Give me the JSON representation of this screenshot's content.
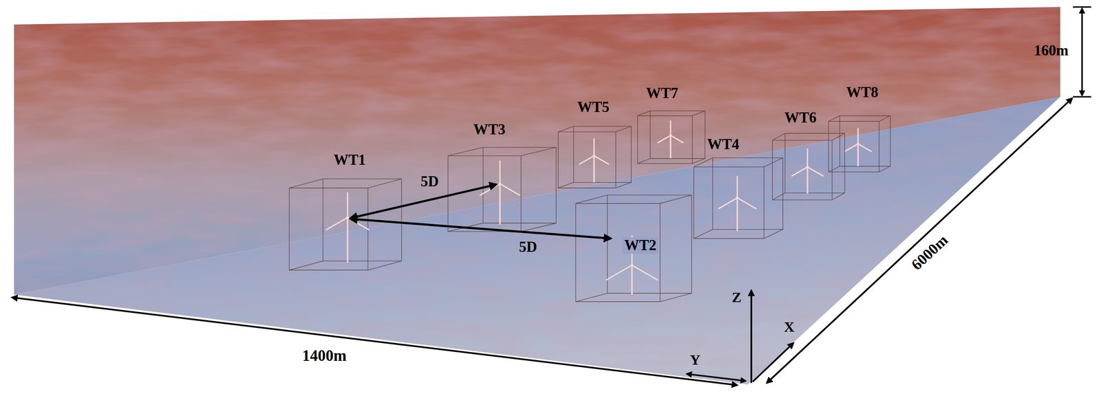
{
  "diagram": {
    "labels": [
      "160m",
      "WT7",
      "WT8",
      "WT5",
      "WT3",
      "WT6",
      "WT1",
      "WT4",
      "5D",
      "5D",
      "WT2",
      "6000m",
      "Z",
      "X",
      "1400m",
      "Y"
    ]
  }
}
